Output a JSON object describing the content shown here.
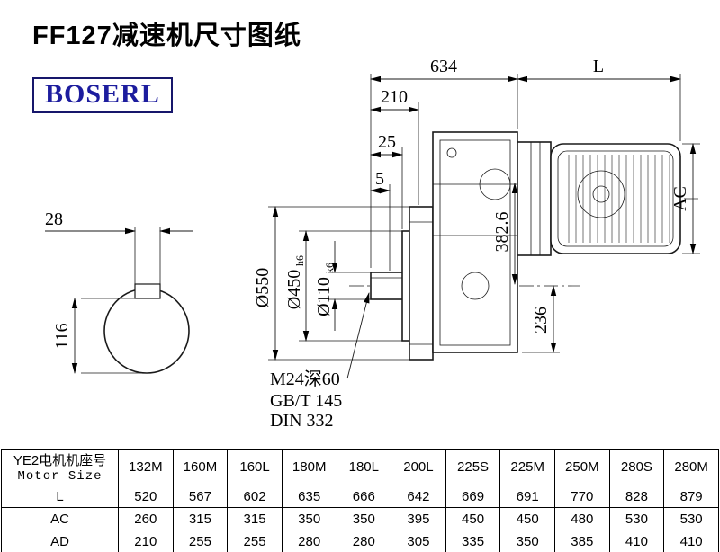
{
  "page": {
    "title": "FF127减速机尺寸图纸",
    "brand": "BOSERL"
  },
  "drawing": {
    "dim_634": "634",
    "dim_L": "L",
    "dim_210": "210",
    "dim_25": "25",
    "dim_5": "5",
    "dim_AC": "AC",
    "dim_phi550": "Ø550",
    "dim_phi450": "Ø450",
    "dim_phi450_tol": "h6",
    "dim_phi110": "Ø110",
    "dim_phi110_tol": "k6",
    "dim_382_6": "382.6",
    "dim_236": "236",
    "dim_28": "28",
    "dim_116": "116",
    "note_thread": "M24深60",
    "note_gb": "GB/T 145",
    "note_din": "DIN 332"
  },
  "table": {
    "row_header_line1": "YE2电机机座号",
    "row_header_line2": "Motor Size",
    "columns": [
      "132M",
      "160M",
      "160L",
      "180M",
      "180L",
      "200L",
      "225S",
      "225M",
      "250M",
      "280S",
      "280M"
    ],
    "rows": [
      {
        "label": "L",
        "values": [
          "520",
          "567",
          "602",
          "635",
          "666",
          "642",
          "669",
          "691",
          "770",
          "828",
          "879"
        ]
      },
      {
        "label": "AC",
        "values": [
          "260",
          "315",
          "315",
          "350",
          "350",
          "395",
          "450",
          "450",
          "480",
          "530",
          "530"
        ]
      },
      {
        "label": "AD",
        "values": [
          "210",
          "255",
          "255",
          "280",
          "280",
          "305",
          "335",
          "350",
          "385",
          "410",
          "410"
        ]
      }
    ]
  }
}
